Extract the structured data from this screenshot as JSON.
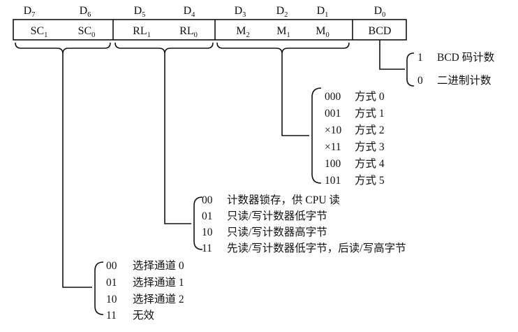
{
  "register": {
    "bit_headers": [
      {
        "main": "D",
        "sub": "7"
      },
      {
        "main": "D",
        "sub": "6"
      },
      {
        "main": "D",
        "sub": "5"
      },
      {
        "main": "D",
        "sub": "4"
      },
      {
        "main": "D",
        "sub": "3"
      },
      {
        "main": "D",
        "sub": "2"
      },
      {
        "main": "D",
        "sub": "1"
      },
      {
        "main": "D",
        "sub": "0"
      }
    ],
    "fields": [
      {
        "main": "SC",
        "sub": "1"
      },
      {
        "main": "SC",
        "sub": "0"
      },
      {
        "main": "RL",
        "sub": "1"
      },
      {
        "main": "RL",
        "sub": "0"
      },
      {
        "main": "M",
        "sub": "2"
      },
      {
        "main": "M",
        "sub": "1"
      },
      {
        "main": "M",
        "sub": "0"
      },
      {
        "main": "BCD",
        "sub": ""
      }
    ]
  },
  "bcd_options": [
    {
      "code": "1",
      "desc": "BCD 码计数"
    },
    {
      "code": "0",
      "desc": "二进制计数"
    }
  ],
  "mode_options": [
    {
      "code": "000",
      "desc": "方式 0"
    },
    {
      "code": "001",
      "desc": "方式 1"
    },
    {
      "code": "×10",
      "desc": "方式 2"
    },
    {
      "code": "×11",
      "desc": "方式 3"
    },
    {
      "code": "100",
      "desc": "方式 4"
    },
    {
      "code": "101",
      "desc": "方式 5"
    }
  ],
  "rl_options": [
    {
      "code": "00",
      "desc": "计数器锁存，供 CPU 读"
    },
    {
      "code": "01",
      "desc": "只读/写计数器低字节"
    },
    {
      "code": "10",
      "desc": "只读/写计数器高字节"
    },
    {
      "code": "11",
      "desc": "先读/写计数器低字节，后读/写高字节"
    }
  ],
  "sc_options": [
    {
      "code": "00",
      "desc": "选择通道 0"
    },
    {
      "code": "01",
      "desc": "选择通道 1"
    },
    {
      "code": "10",
      "desc": "选择通道 2"
    },
    {
      "code": "11",
      "desc": "无效"
    }
  ]
}
